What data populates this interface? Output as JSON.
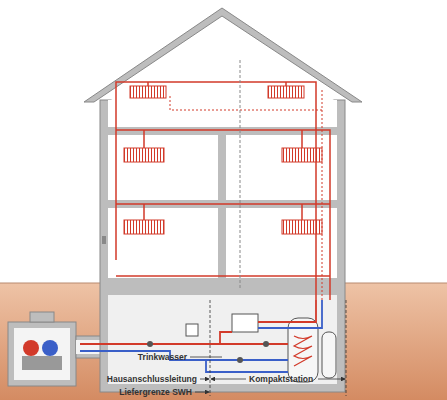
{
  "diagram": {
    "labels": [
      "Trinkwasser",
      "Hausanschlussleitung",
      "Kompaktstation",
      "Liefergrenze SWH"
    ]
  }
}
